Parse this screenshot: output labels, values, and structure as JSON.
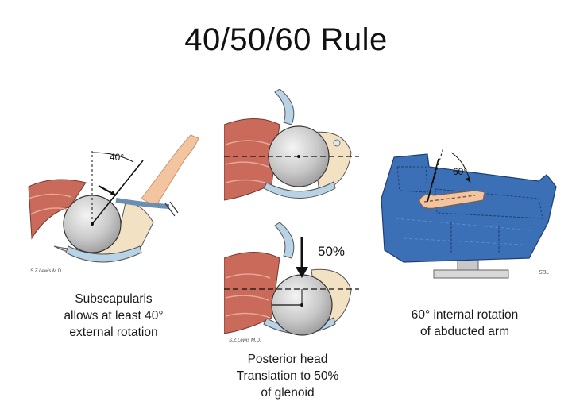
{
  "title": "40/50/60 Rule",
  "left": {
    "angle_label": "40°",
    "caption": [
      "Subscapularis",
      "allows at least 40°",
      "external rotation"
    ],
    "signature": "S.Z.Lewis M.D."
  },
  "middle_top": {},
  "middle_bottom": {
    "percent_label": "50%",
    "caption": [
      "Posterior head",
      "Translation to 50%",
      "of glenoid"
    ],
    "signature": "S.Z.Lewis M.D."
  },
  "right": {
    "angle_label": "60°",
    "caption": [
      "60° internal rotation",
      "of abducted arm"
    ],
    "signature": "SBL"
  },
  "colors": {
    "muscle": "#c96a5a",
    "cartilage": "#b9d3e6",
    "bone": "#f2e2c3",
    "head": "#c9c9c9",
    "table": "#3b6fb6",
    "arm": "#f2c4a0"
  }
}
